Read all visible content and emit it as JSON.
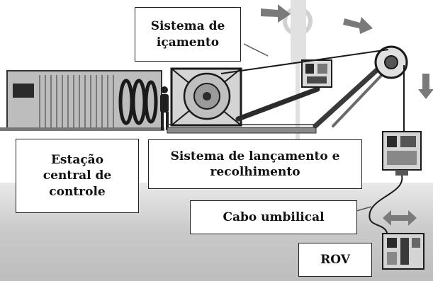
{
  "labels": {
    "hoist_system": [
      "Sistema de",
      "içamento"
    ],
    "control_station": [
      "Estação",
      "central de",
      "controle"
    ],
    "launch_recovery": [
      "Sistema de lançamento e",
      "recolhimento"
    ],
    "umbilical": "Cabo umbilical",
    "rov": "ROV"
  },
  "colors": {
    "background": "#ffffff",
    "sea": "#c4c4c4",
    "arrow": "#7a7a7a",
    "container": "#bdbdbd",
    "dark": "#2b2b2b",
    "label_border": "#222222"
  }
}
